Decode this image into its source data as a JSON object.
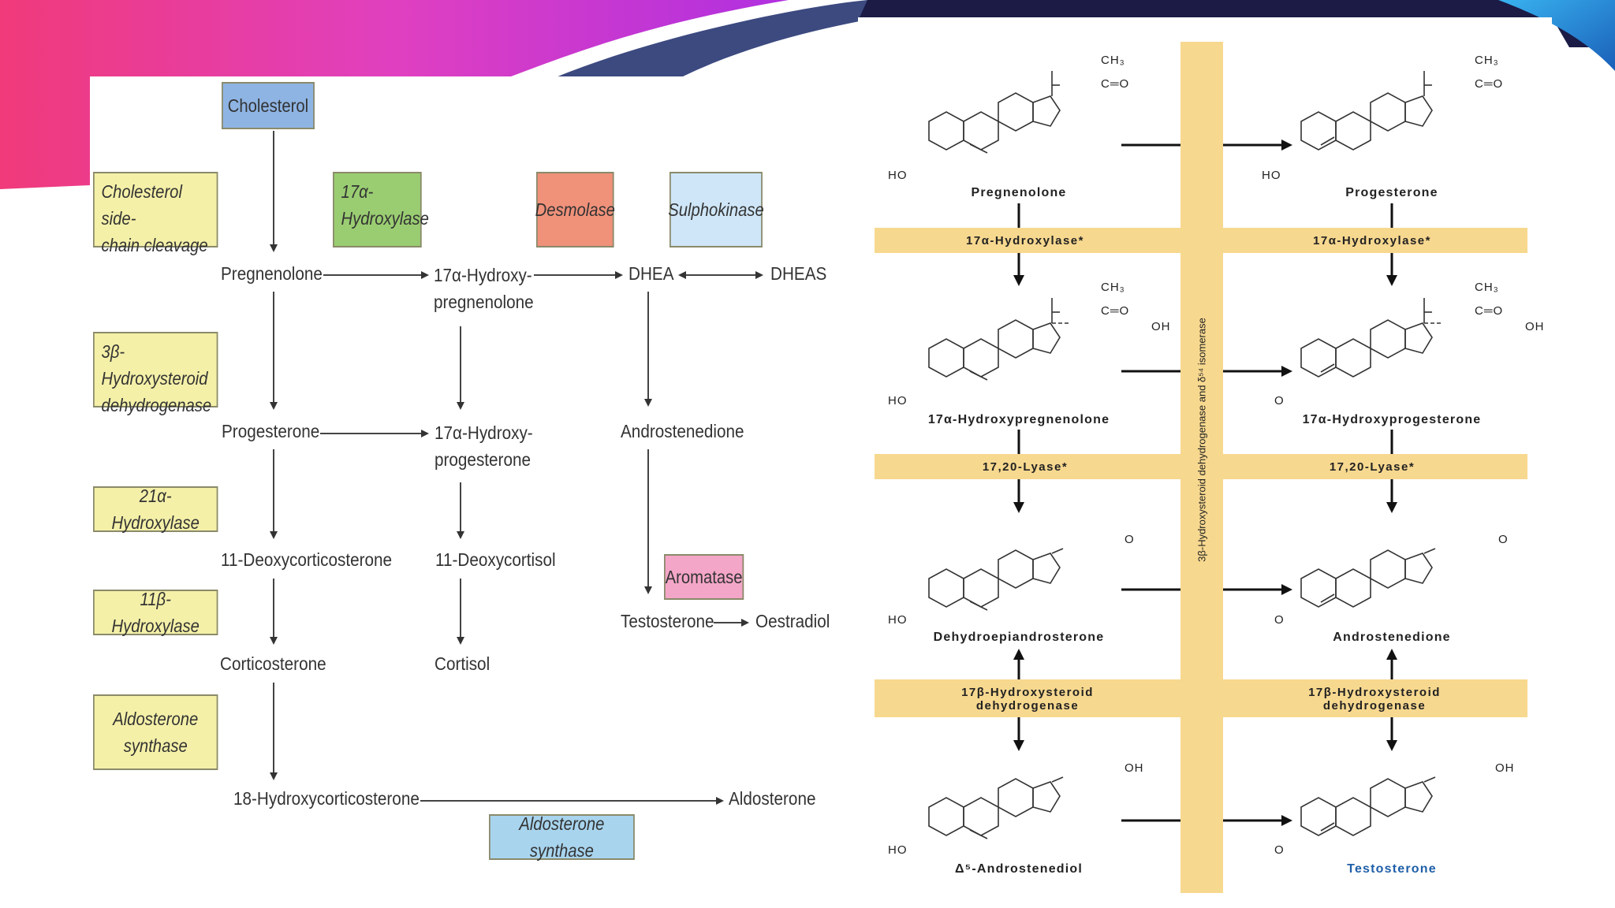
{
  "colors": {
    "enzyme_yellow": "#f4f0a8",
    "cholesterol_blue": "#8eb4e3",
    "hydroxylase_green": "#9acd72",
    "desmolase_red": "#f0917a",
    "sulphokinase_blue": "#cfe6f8",
    "aromatase_pink": "#f4a6c8",
    "aldosterone_synthase_blue": "#a8d4ee",
    "band_orange": "#f7d88f",
    "testosterone_label_blue": "#1f5fa8"
  },
  "left_diagram": {
    "enzymes": {
      "cholesterol": "Cholesterol",
      "side_chain_cleavage": [
        "Cholesterol side-",
        "chain cleavage"
      ],
      "hydroxylase_17a": [
        "17α-",
        "Hydroxylase"
      ],
      "desmolase": "Desmolase",
      "sulphokinase": "Sulphokinase",
      "hsd_3b": [
        "3β-Hydroxysteroid",
        "dehydrogenase"
      ],
      "hydroxylase_21a": "21α-Hydroxylase",
      "hydroxylase_11b": "11β-Hydroxylase",
      "aldosterone_synthase_box": [
        "Aldosterone",
        "synthase"
      ],
      "aromatase": "Aromatase",
      "aldosterone_synthase_bottom": "Aldosterone synthase"
    },
    "molecules": {
      "pregnenolone": "Pregnenolone",
      "hydroxypregnenolone": [
        "17α-Hydroxy-",
        "pregnenolone"
      ],
      "dhea": "DHEA",
      "dheas": "DHEAS",
      "progesterone": "Progesterone",
      "hydroxyprogesterone": [
        "17α-Hydroxy-",
        "progesterone"
      ],
      "androstenedione": "Androstenedione",
      "deoxycorticosterone": "11-Deoxycorticosterone",
      "deoxycortisol": "11-Deoxycortisol",
      "testosterone": "Testosterone",
      "oestradiol": "Oestradiol",
      "corticosterone": "Corticosterone",
      "cortisol": "Cortisol",
      "hydroxycorticosterone": "18-Hydroxycorticosterone",
      "aldosterone": "Aldosterone"
    }
  },
  "right_diagram": {
    "vertical_band_label": "3β-Hydroxysteroid dehydrogenase and δ⁵⁴ isomerase",
    "bands": {
      "row1_left": "17α-Hydroxylase*",
      "row1_right": "17α-Hydroxylase*",
      "row2_left": "17,20-Lyase*",
      "row2_right": "17,20-Lyase*",
      "row3_left": [
        "17β-Hydroxysteroid",
        "dehydrogenase"
      ],
      "row3_right": [
        "17β-Hydroxysteroid",
        "dehydrogenase"
      ]
    },
    "molecules": {
      "pregnenolone": "Pregnenolone",
      "progesterone": "Progesterone",
      "hydroxypregnenolone": "17α-Hydroxypregnenolone",
      "hydroxyprogesterone": "17α-Hydroxyprogesterone",
      "dhea": "Dehydroepiandrosterone",
      "androstenedione": "Androstenedione",
      "androstenediol": "Δ⁵-Androstenediol",
      "testosterone": "Testosterone"
    },
    "chem_labels": {
      "ch3": "CH₃",
      "carbonyl": "C═O",
      "ho": "HO",
      "oh": "OH",
      "o": "O"
    }
  }
}
